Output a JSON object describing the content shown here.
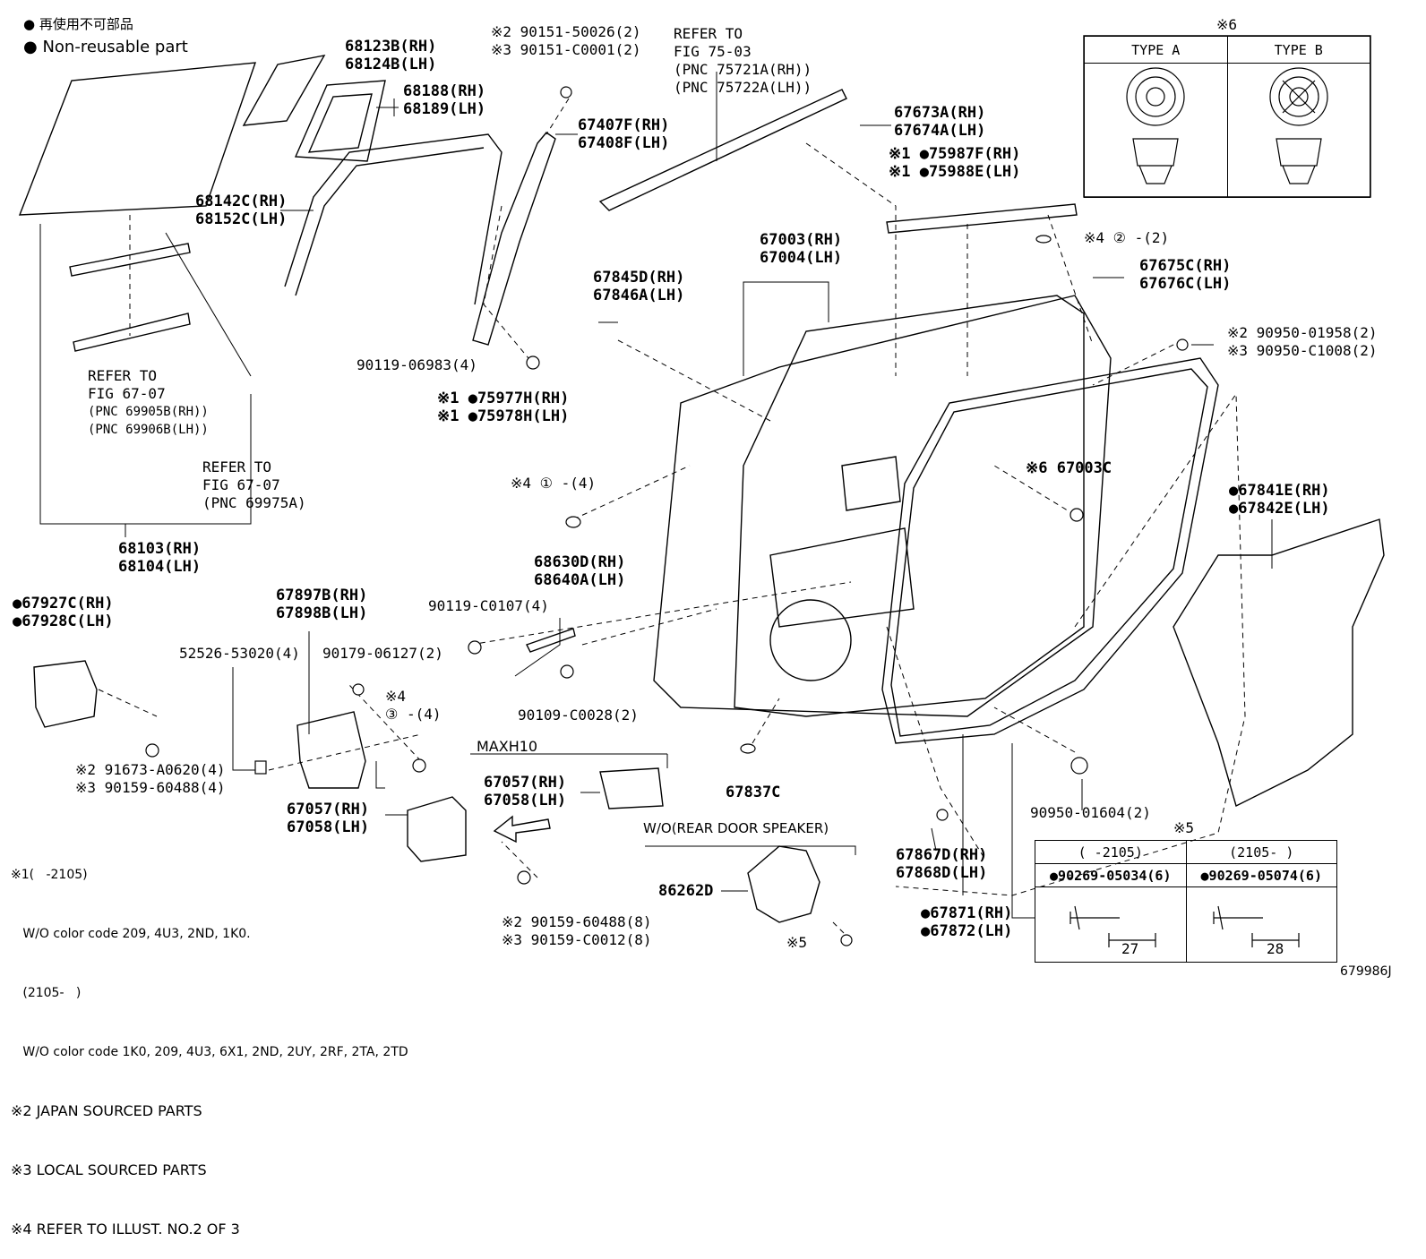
{
  "legend": {
    "jp_label": "再使用不可部品",
    "en_label": "Non-reusable part"
  },
  "labels": {
    "glass": [
      "68123B(RH)",
      "68124B(LH)"
    ],
    "glass_frame": [
      "68188(RH)",
      "68189(LH)"
    ],
    "run_channel": [
      "68142C(RH)",
      "68152C(LH)"
    ],
    "glass_main": [
      "68103(RH)",
      "68104(LH)"
    ],
    "refer_6707a": [
      "REFER TO",
      "FIG 67-07",
      "(PNC 69905B(RH))",
      "(PNC 69906B(LH))"
    ],
    "refer_6707b": [
      "REFER TO",
      "FIG 67-07",
      "(PNC 69975A)"
    ],
    "screw_top": [
      "※2 90151-50026(2)",
      "※3 90151-C0001(2)"
    ],
    "sash": [
      "67407F(RH)",
      "67408F(LH)"
    ],
    "refer_7503": [
      "REFER TO",
      "FIG 75-03",
      "(PNC 75721A(RH))",
      "(PNC 75722A(LH))"
    ],
    "bolt_90119_06983": "90119-06983(4)",
    "cover_67673": [
      "67673A(RH)",
      "67674A(LH)"
    ],
    "molding_75987": [
      "※1 ●75987F(RH)",
      "※1 ●75988E(LH)"
    ],
    "panel": [
      "67003(RH)",
      "67004(LH)"
    ],
    "plug_note4_2": "※4 ② -(2)",
    "clip_67675": [
      "67675C(RH)",
      "67676C(LH)"
    ],
    "bracket_67845": [
      "67845D(RH)",
      "67846A(LH)"
    ],
    "nut_90950_top": [
      "※2 90950-01958(2)",
      "※3 90950-C1008(2)"
    ],
    "molding_75977": [
      "※1 ●75977H(RH)",
      "※1 ●75978H(LH)"
    ],
    "plug_note4_1": "※4 ① -(4)",
    "cap_67003c": "※6 67003C",
    "check_68630": [
      "68630D(RH)",
      "68640A(LH)"
    ],
    "bolt_90119_c0107": "90119-C0107(4)",
    "bolt_90109": "90109-C0028(2)",
    "service_hole_cover": [
      "●67841E(RH)",
      "●67842E(LH)"
    ],
    "pad_67927": [
      "●67927C(RH)",
      "●67928C(LH)"
    ],
    "bracket_67897": [
      "67897B(RH)",
      "67898B(LH)"
    ],
    "clip_52526": "52526-53020(4)",
    "nut_90179": "90179-06127(2)",
    "plug_note4_3": [
      "※4",
      "③ -(4)"
    ],
    "screw_91673": [
      "※2 91673-A0620(4)",
      "※3 90159-60488(4)"
    ],
    "maxh10": "MAXH10",
    "lock_maxh": [
      "67057(RH)",
      "67058(LH)"
    ],
    "lock_main": [
      "67057(RH)",
      "67058(LH)"
    ],
    "plug_67837c": "67837C",
    "nut_90950_01604": "90950-01604(2)",
    "wo_speaker": "W/O(REAR DOOR SPEAKER)",
    "speaker_cover": "86262D",
    "note5": "※5",
    "rivet_67867": [
      "67867D(RH)",
      "67868D(LH)"
    ],
    "weatherstrip": [
      "●67871(RH)",
      "●67872(LH)"
    ],
    "screw_bottom": [
      "※2 90159-60488(8)",
      "※3 90159-C0012(8)"
    ],
    "figure_id": "679986J"
  },
  "notes": [
    "※1(   -2105)",
    "   W/O color code 209, 4U3, 2ND, 1K0.",
    "   (2105-   )",
    "   W/O color code 1K0, 209, 4U3, 6X1, 2ND, 2UY, 2RF, 2TA, 2TD",
    "※2 JAPAN SOURCED PARTS",
    "※3 LOCAL SOURCED PARTS",
    "※4 REFER TO ILLUST. NO.2 OF 3"
  ],
  "table6": {
    "mark": "※6",
    "type_a": "TYPE A",
    "type_b": "TYPE B"
  },
  "table5": {
    "mark": "※5",
    "col1_head": "(   -2105)",
    "col2_head": "(2105-   )",
    "col1_part": "●90269-05034(6)",
    "col2_part": "●90269-05074(6)",
    "col1_dim": "27",
    "col2_dim": "28"
  }
}
